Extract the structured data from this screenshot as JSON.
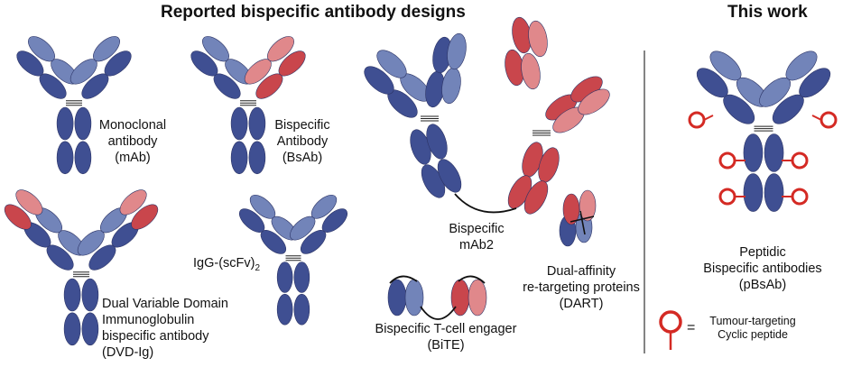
{
  "headers": {
    "reported": "Reported bispecific antibody designs",
    "this_work": "This work"
  },
  "labels": {
    "mab": [
      "Monoclonal",
      "antibody",
      "(mAb)"
    ],
    "bsab": [
      "Bispecific",
      "Antibody",
      "(BsAb)"
    ],
    "igg_scfv": "IgG-(scFv)",
    "igg_scfv_sub": "2",
    "mab2": [
      "Bispecific",
      "mAb2"
    ],
    "dvd": [
      "Dual Variable Domain",
      "Immunoglobulin",
      "bispecific antibody",
      "(DVD-Ig)"
    ],
    "dart": [
      "Dual-affinity",
      "re-targeting proteins",
      "(DART)"
    ],
    "bite": [
      "Bispecific T-cell engager",
      "(BiTE)"
    ],
    "pbsab": [
      "Peptidic",
      "Bispecific antibodies",
      "(pBsAb)"
    ],
    "legend_eq": "=",
    "legend_text": [
      "Tumour-targeting",
      "Cyclic peptide"
    ]
  },
  "colors": {
    "dark_blue": "#3f4f92",
    "light_blue": "#7284b9",
    "dark_red": "#c9464c",
    "light_red": "#e0888b",
    "peptide_red": "#d42a24",
    "outline": "#2c3466",
    "text": "#111111"
  }
}
